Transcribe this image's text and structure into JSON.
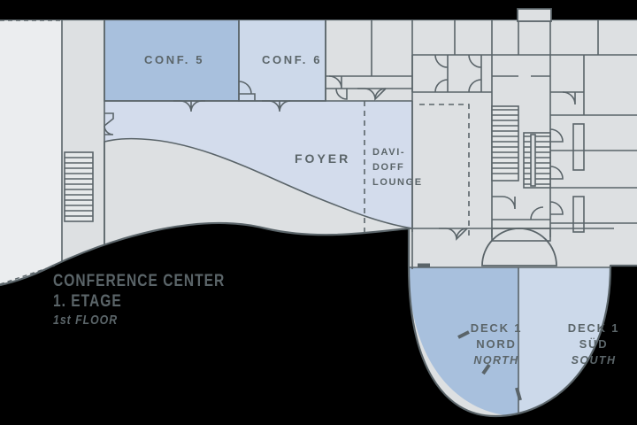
{
  "map": {
    "title_block": {
      "line1": "CONFERENCE CENTER",
      "line2": "1. ETAGE",
      "line3": "1st FLOOR"
    },
    "rooms": [
      {
        "id": "conf5",
        "label": "CONF. 5",
        "fill": "#a8c0dd"
      },
      {
        "id": "conf6",
        "label": "CONF. 6",
        "fill": "#cdd9ea"
      },
      {
        "id": "foyer",
        "label": "FOYER",
        "fill": "#d3dcec"
      },
      {
        "id": "davidoff_lounge",
        "label_line1": "DAVI-",
        "label_line2": "DOFF",
        "label_line3": "LOUNGE",
        "fill": "#d3dcec"
      },
      {
        "id": "deck1_nord",
        "label_line1": "DECK 1",
        "label_line2": "NORD",
        "label_line3": "NORTH",
        "fill": "#a8c0dd"
      },
      {
        "id": "deck1_sued",
        "label_line1": "DECK 1",
        "label_line2": "SÜD",
        "label_line3": "SOUTH",
        "fill": "#ccd9ea"
      }
    ],
    "colors": {
      "background": "#000000",
      "room_gray": "#dde0e2",
      "room_gray_light": "#eaecee",
      "blue_dark": "#a8c0dd",
      "blue_light": "#d3dcec",
      "wall_stroke": "#5a6469",
      "text": "#5b6569"
    }
  }
}
